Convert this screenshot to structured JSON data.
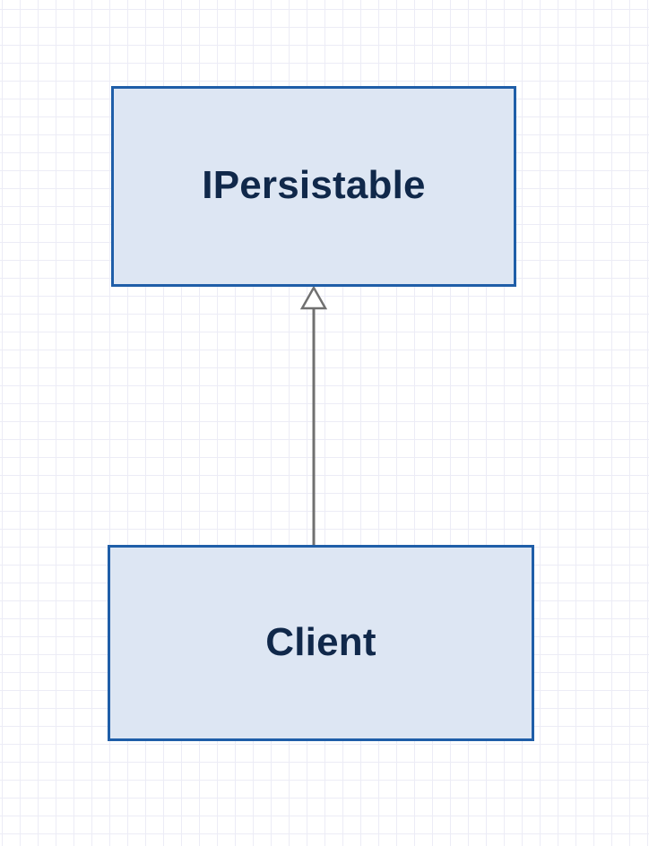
{
  "diagram": {
    "classes": [
      {
        "id": "ipersistable",
        "name": "IPersistable"
      },
      {
        "id": "client",
        "name": "Client"
      }
    ],
    "relationships": [
      {
        "type": "realization",
        "from": "client",
        "to": "ipersistable"
      }
    ]
  },
  "colors": {
    "box_fill": "#dde6f3",
    "box_border": "#1f5ea8",
    "text": "#10284a",
    "connector": "#707070",
    "grid": "#ececf6"
  }
}
